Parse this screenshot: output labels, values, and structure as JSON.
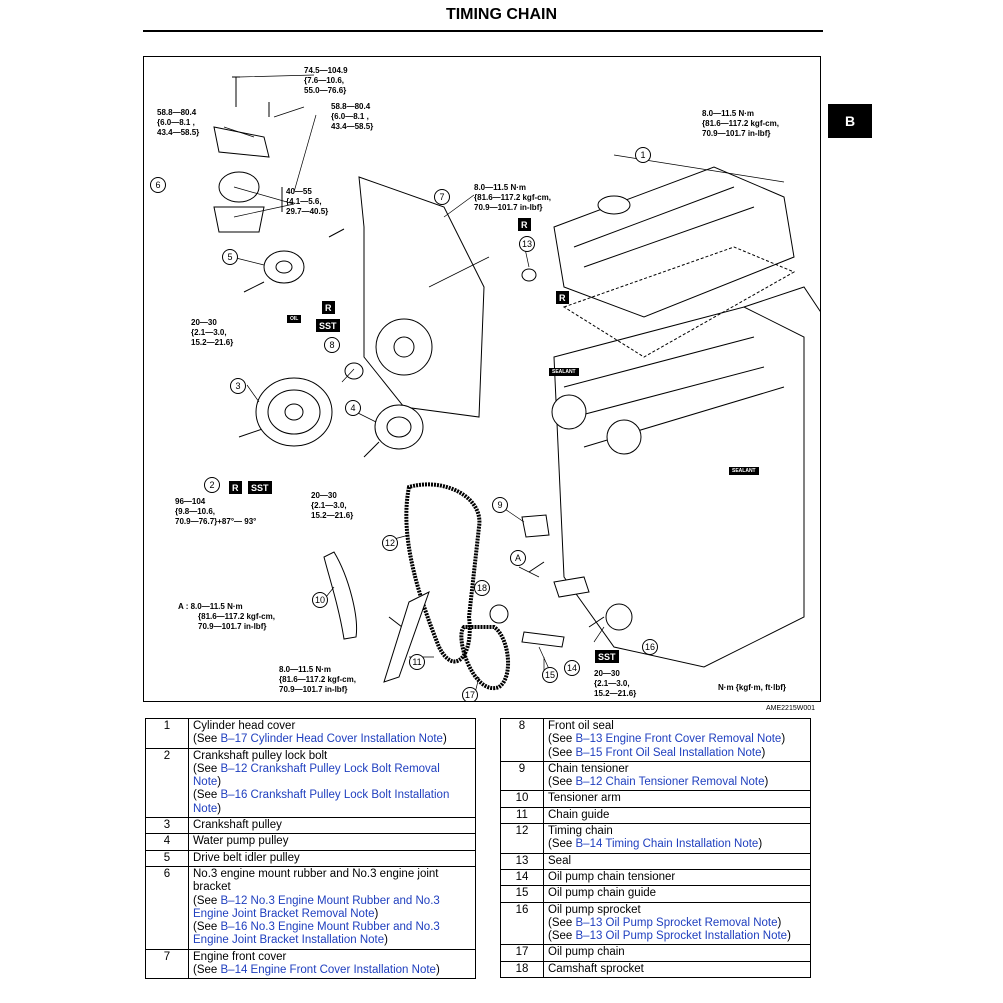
{
  "header": {
    "title": "TIMING CHAIN",
    "section_tab": "B"
  },
  "diagram": {
    "figure_code": "AME2215W001",
    "units": "N·m {kgf·m, ft·lbf}",
    "torque_specs": [
      {
        "id": "t1",
        "lines": [
          "74.5—104.9",
          "{7.6—10.6,",
          "55.0—76.6}"
        ]
      },
      {
        "id": "t2",
        "lines": [
          "58.8—80.4",
          "{6.0—8.1 ,",
          "43.4—58.5}"
        ]
      },
      {
        "id": "t3",
        "lines": [
          "58.8—80.4",
          "{6.0—8.1 ,",
          "43.4—58.5}"
        ]
      },
      {
        "id": "t4",
        "lines": [
          "8.0—11.5 N·m",
          "{81.6—117.2 kgf-cm,",
          "70.9—101.7 in-lbf}"
        ]
      },
      {
        "id": "t5",
        "lines": [
          "40—55",
          "{4.1—5.6,",
          "29.7—40.5}"
        ]
      },
      {
        "id": "t6",
        "lines": [
          "8.0—11.5 N·m",
          "{81.6—117.2 kgf-cm,",
          "70.9—101.7 in-lbf}"
        ]
      },
      {
        "id": "t7",
        "lines": [
          "20—30",
          "{2.1—3.0,",
          "15.2—21.6}"
        ]
      },
      {
        "id": "t8",
        "lines": [
          "96—104",
          "{9.8—10.6,",
          "70.9—76.7}+87°— 93°"
        ]
      },
      {
        "id": "t9",
        "lines": [
          "20—30",
          "{2.1—3.0,",
          "15.2—21.6}"
        ]
      },
      {
        "id": "t10",
        "lines": [
          "A : 8.0—11.5 N·m",
          "{81.6—117.2 kgf-cm,",
          "70.9—101.7 in-lbf}"
        ]
      },
      {
        "id": "t11",
        "lines": [
          "8.0—11.5 N·m",
          "{81.6—117.2 kgf-cm,",
          "70.9—101.7 in-lbf}"
        ]
      },
      {
        "id": "t12",
        "lines": [
          "20—30",
          "{2.1—3.0,",
          "15.2—21.6}"
        ]
      }
    ],
    "tags": {
      "r": "R",
      "sst": "SST",
      "sealant": "SEALANT",
      "oil": "OIL",
      "a": "A"
    },
    "callouts": [
      "1",
      "2",
      "3",
      "4",
      "5",
      "6",
      "7",
      "8",
      "9",
      "10",
      "11",
      "12",
      "13",
      "14",
      "15",
      "16",
      "17",
      "18"
    ]
  },
  "parts_left": [
    {
      "num": "1",
      "name": "Cylinder head cover",
      "notes": [
        "B–17 Cylinder Head Cover Installation Note"
      ]
    },
    {
      "num": "2",
      "name": "Crankshaft pulley lock bolt",
      "notes": [
        "B–12 Crankshaft Pulley Lock Bolt Removal Note",
        "B–16 Crankshaft Pulley Lock Bolt Installation Note"
      ]
    },
    {
      "num": "3",
      "name": "Crankshaft pulley",
      "notes": []
    },
    {
      "num": "4",
      "name": "Water pump pulley",
      "notes": []
    },
    {
      "num": "5",
      "name": "Drive belt idler pulley",
      "notes": []
    },
    {
      "num": "6",
      "name": "No.3 engine mount rubber and No.3 engine joint bracket",
      "notes": [
        "B–12 No.3 Engine Mount Rubber and No.3 Engine Joint Bracket Removal Note",
        "B–16 No.3 Engine Mount Rubber and No.3 Engine Joint Bracket Installation Note"
      ]
    },
    {
      "num": "7",
      "name": "Engine front cover",
      "notes": [
        "B–14 Engine Front Cover Installation Note"
      ]
    }
  ],
  "parts_right": [
    {
      "num": "8",
      "name": "Front oil seal",
      "notes": [
        "B–13 Engine Front Cover Removal Note",
        "B–15 Front Oil Seal Installation Note"
      ]
    },
    {
      "num": "9",
      "name": " Chain tensioner",
      "notes": [
        "B–12 Chain Tensioner Removal Note"
      ]
    },
    {
      "num": "10",
      "name": " Tensioner arm",
      "notes": []
    },
    {
      "num": "11",
      "name": " Chain guide",
      "notes": []
    },
    {
      "num": "12",
      "name": "Timing chain",
      "notes": [
        "B–14 Timing Chain Installation Note"
      ]
    },
    {
      "num": "13",
      "name": "Seal",
      "notes": []
    },
    {
      "num": "14",
      "name": "Oil pump chain tensioner",
      "notes": []
    },
    {
      "num": "15",
      "name": "Oil pump chain guide",
      "notes": []
    },
    {
      "num": "16",
      "name": "Oil pump sprocket",
      "notes": [
        "B–13 Oil Pump Sprocket Removal Note",
        "B–13 Oil Pump Sprocket Installation Note"
      ]
    },
    {
      "num": "17",
      "name": "Oil pump chain",
      "notes": []
    },
    {
      "num": "18",
      "name": "Camshaft sprocket",
      "notes": []
    }
  ],
  "see_prefix": "(See ",
  "see_suffix": ")"
}
